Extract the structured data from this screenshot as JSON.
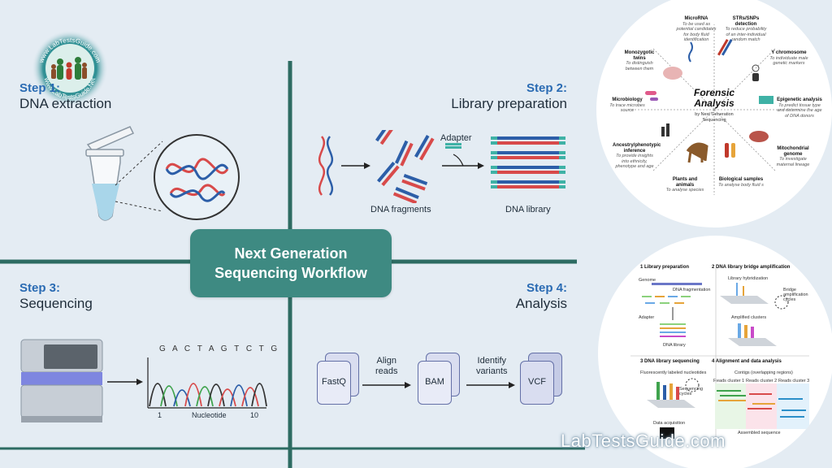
{
  "workflow": {
    "title_line1": "Next Generation",
    "title_line2": "Sequencing Workflow"
  },
  "steps": {
    "step1": {
      "num": "Step 1:",
      "title": "DNA extraction"
    },
    "step2": {
      "num": "Step 2:",
      "title": "Library preparation",
      "adapter": "Adapter",
      "fragments": "DNA fragments",
      "library": "DNA library"
    },
    "step3": {
      "num": "Step 3:",
      "title": "Sequencing",
      "sequence": "G A C T A G T C T G",
      "axis_start": "1",
      "axis_label": "Nucleotide",
      "axis_end": "10"
    },
    "step4": {
      "num": "Step 4:",
      "title": "Analysis",
      "file1": "FastQ",
      "file2": "BAM",
      "file3": "VCF",
      "arrow1_line1": "Align",
      "arrow1_line2": "reads",
      "arrow2_line1": "Identify",
      "arrow2_line2": "variants"
    }
  },
  "logo": {
    "text_top": "www.LabTestsGuide.com",
    "text_bottom": "www.LabTestsGuide.Net"
  },
  "forensic": {
    "title_line1": "Forensic",
    "title_line2": "Analysis",
    "subtitle_line1": "by Next Generation",
    "subtitle_line2": "Sequencing",
    "items": [
      {
        "head": "MicroRNA",
        "desc": "To be used as potential candidates for body fluid identification"
      },
      {
        "head": "STRs/SNPs detection",
        "desc": "To reduce probability of an inter-individual random match"
      },
      {
        "head": "Monozygotic twins",
        "desc": "To distinguish between them"
      },
      {
        "head": "Y chromosome",
        "desc": "To individuate male genetic markers"
      },
      {
        "head": "Microbiology",
        "desc": "To trace microbes source"
      },
      {
        "head": "Epigenetic analysis",
        "desc": "To predict tissue type and determine the age of DNA donors"
      },
      {
        "head": "Ancestry/phenotypic inference",
        "desc": "To provide insights into ethnicity, phenotype and age"
      },
      {
        "head": "Mitochondrial genome",
        "desc": "To investigate maternal lineage"
      },
      {
        "head": "Plants and animals",
        "desc": "To analyse species"
      },
      {
        "head": "Biological samples",
        "desc": "To analyse body fluid s"
      }
    ]
  },
  "ngs_panel": {
    "panel1": "1 Library preparation",
    "panel2": "2 DNA library bridge amplification",
    "panel3": "3 DNA library sequencing",
    "panel4": "4 Alignment and data analysis",
    "labels": {
      "genome": "Genome",
      "fragmentation": "DNA fragmentation",
      "adapter": "Adapter",
      "library": "DNA library",
      "hybridization": "Library hybridization",
      "bridge": "Bridge amplification cycles",
      "amplified": "Amplified clusters",
      "fluor": "Fluorescently labeled nucleotides",
      "seqcycles": "Sequencing cycles",
      "dataacq": "Data acquisition",
      "contigs": "Contigs (overlapping regions)",
      "reads1": "Reads cluster 1",
      "reads2": "Reads cluster 2",
      "reads3": "Reads cluster 3",
      "assembled": "Assembled sequence"
    }
  },
  "watermark": "LabTestsGuide.com",
  "colors": {
    "teal": "#3e8a82",
    "divider": "#2d6b62",
    "step_blue": "#2a6bb3",
    "file_border": "#6470a7",
    "file_fill": "#d9ddf0",
    "dna_red": "#d84a4a",
    "dna_blue": "#2c5ea8"
  }
}
